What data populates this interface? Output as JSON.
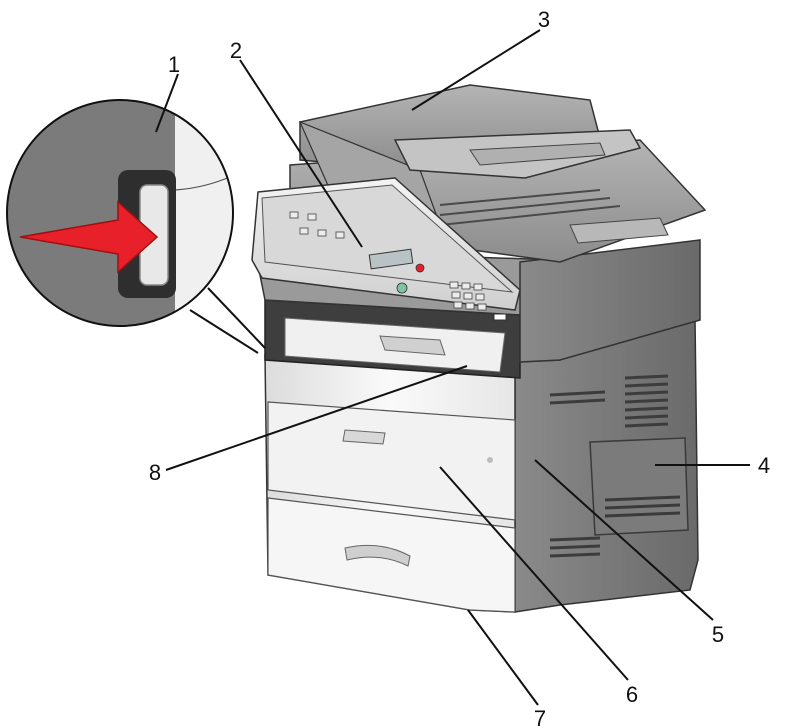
{
  "callouts": [
    {
      "id": 1,
      "label": "1"
    },
    {
      "id": 2,
      "label": "2"
    },
    {
      "id": 3,
      "label": "3"
    },
    {
      "id": 4,
      "label": "4"
    },
    {
      "id": 5,
      "label": "5"
    },
    {
      "id": 6,
      "label": "6"
    },
    {
      "id": 7,
      "label": "7"
    },
    {
      "id": 8,
      "label": "8"
    }
  ],
  "colors": {
    "arrow": "#e8202a",
    "body_light": "#f0f0f0",
    "body_grey": "#8e8e8e",
    "body_dark": "#5a5a5a"
  },
  "icons": [
    "power-button-icon",
    "push-arrow-icon"
  ]
}
